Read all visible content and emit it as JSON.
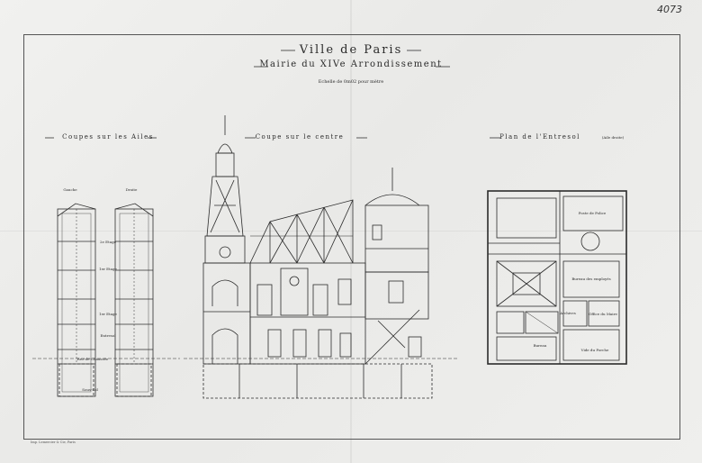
{
  "sheet_number": "4073",
  "title": {
    "line1": "Ville de Paris",
    "line2": "Mairie du XIVe Arrondissement",
    "scale": "Echelle de 0m02 pour mètre"
  },
  "sections": {
    "left_title": "Coupes sur les Ailes",
    "left_gauche": "Gauche",
    "left_droite": "Droite",
    "center_title": "Coupe sur le centre",
    "right_title": "Plan de l'Entresol",
    "right_subtitle": "(Aile droite)"
  },
  "floor_labels": [
    "2e Etage",
    "1er Etage",
    "1er Etage",
    "Entresol",
    "Rez-de-Chaussée",
    "Sous-Sol"
  ],
  "plan_labels": [
    "Poste de Police",
    "Bureau des employés",
    "Archives",
    "Bureau",
    "Office du Maire",
    "Vide du Porche"
  ],
  "printer_credit": "Imp. Lemercier & Cie, Paris"
}
